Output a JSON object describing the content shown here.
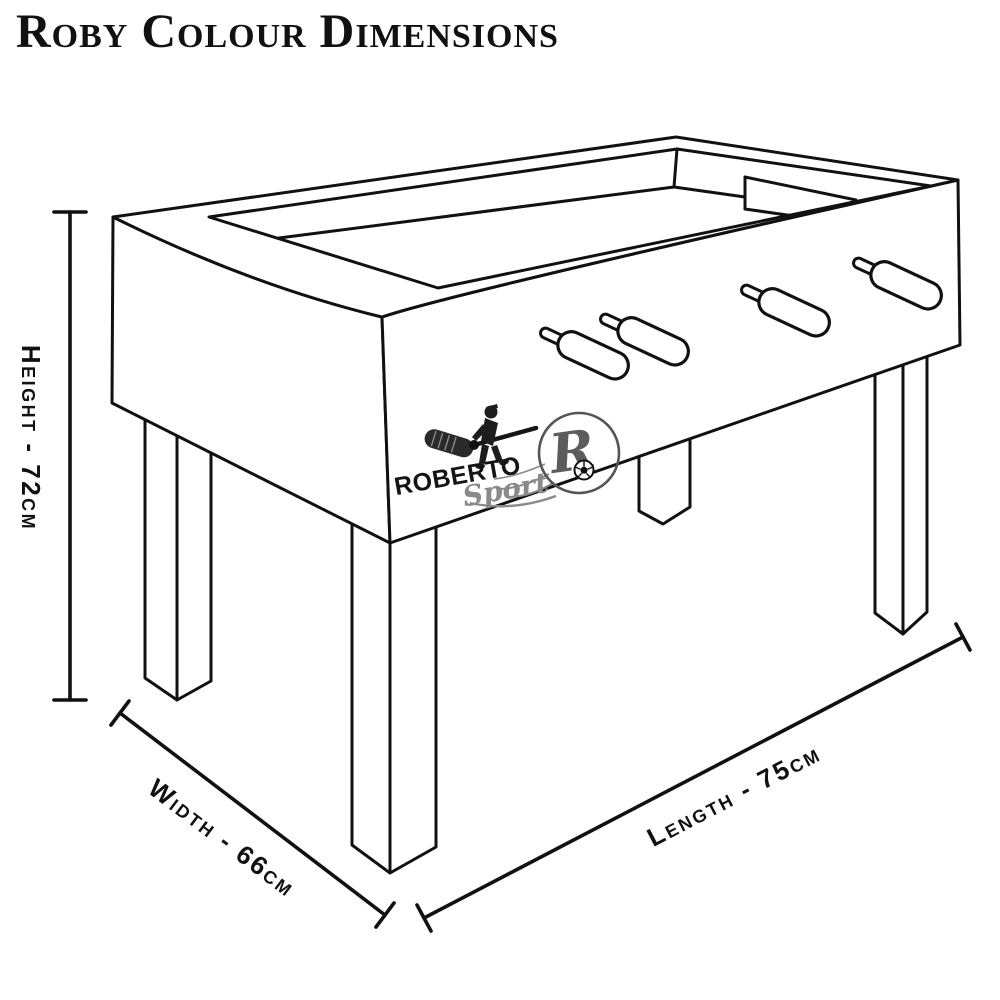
{
  "title": "Roby Colour Dimensions",
  "dimensions": {
    "height": "Height - 72cm",
    "width": "Width - 66cm",
    "length": "Length - 75cm"
  },
  "logo": {
    "brand": "ROBERTO",
    "subtitle": "Sport",
    "monogram": "R"
  },
  "colors": {
    "ink": "#111111",
    "background": "#ffffff",
    "logo_gray": "#8a8a8a"
  }
}
